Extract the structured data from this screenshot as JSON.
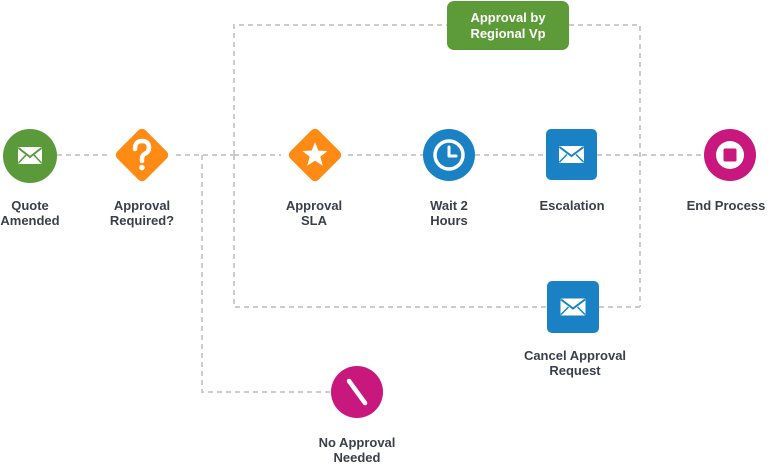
{
  "colors": {
    "green": "#5a9a3a",
    "orange": "#ff8a14",
    "blue": "#1a82c4",
    "magenta": "#c8177d",
    "connector": "#cccccc",
    "label_text": "#3a3f4b",
    "badge_green": "#5c9b37"
  },
  "badge": {
    "line1": "Approval by",
    "line2": "Regional Vp"
  },
  "nodes": {
    "quote_amended": {
      "line1": "Quote",
      "line2": "Amended",
      "icon": "envelope-icon",
      "shape": "circle",
      "color": "green"
    },
    "approval_required": {
      "line1": "Approval",
      "line2": "Required?",
      "icon": "question-mark-icon",
      "shape": "diamond",
      "color": "orange"
    },
    "approval_sla": {
      "line1": "Approval",
      "line2": "SLA",
      "icon": "star-icon",
      "shape": "diamond",
      "color": "orange"
    },
    "wait_2_hours": {
      "line1": "Wait 2",
      "line2": "Hours",
      "icon": "clock-icon",
      "shape": "circle",
      "color": "blue"
    },
    "escalation": {
      "line1": "Escalation",
      "icon": "envelope-icon",
      "shape": "rounded-square",
      "color": "blue"
    },
    "end_process": {
      "line1": "End Process",
      "icon": "stop-icon",
      "shape": "circle",
      "color": "magenta"
    },
    "cancel_approval_request": {
      "line1": "Cancel Approval",
      "line2": "Request",
      "icon": "envelope-icon",
      "shape": "rounded-square",
      "color": "blue"
    },
    "no_approval_needed": {
      "line1": "No Approval",
      "line2": "Needed",
      "icon": "slash-icon",
      "shape": "circle",
      "color": "magenta"
    }
  }
}
